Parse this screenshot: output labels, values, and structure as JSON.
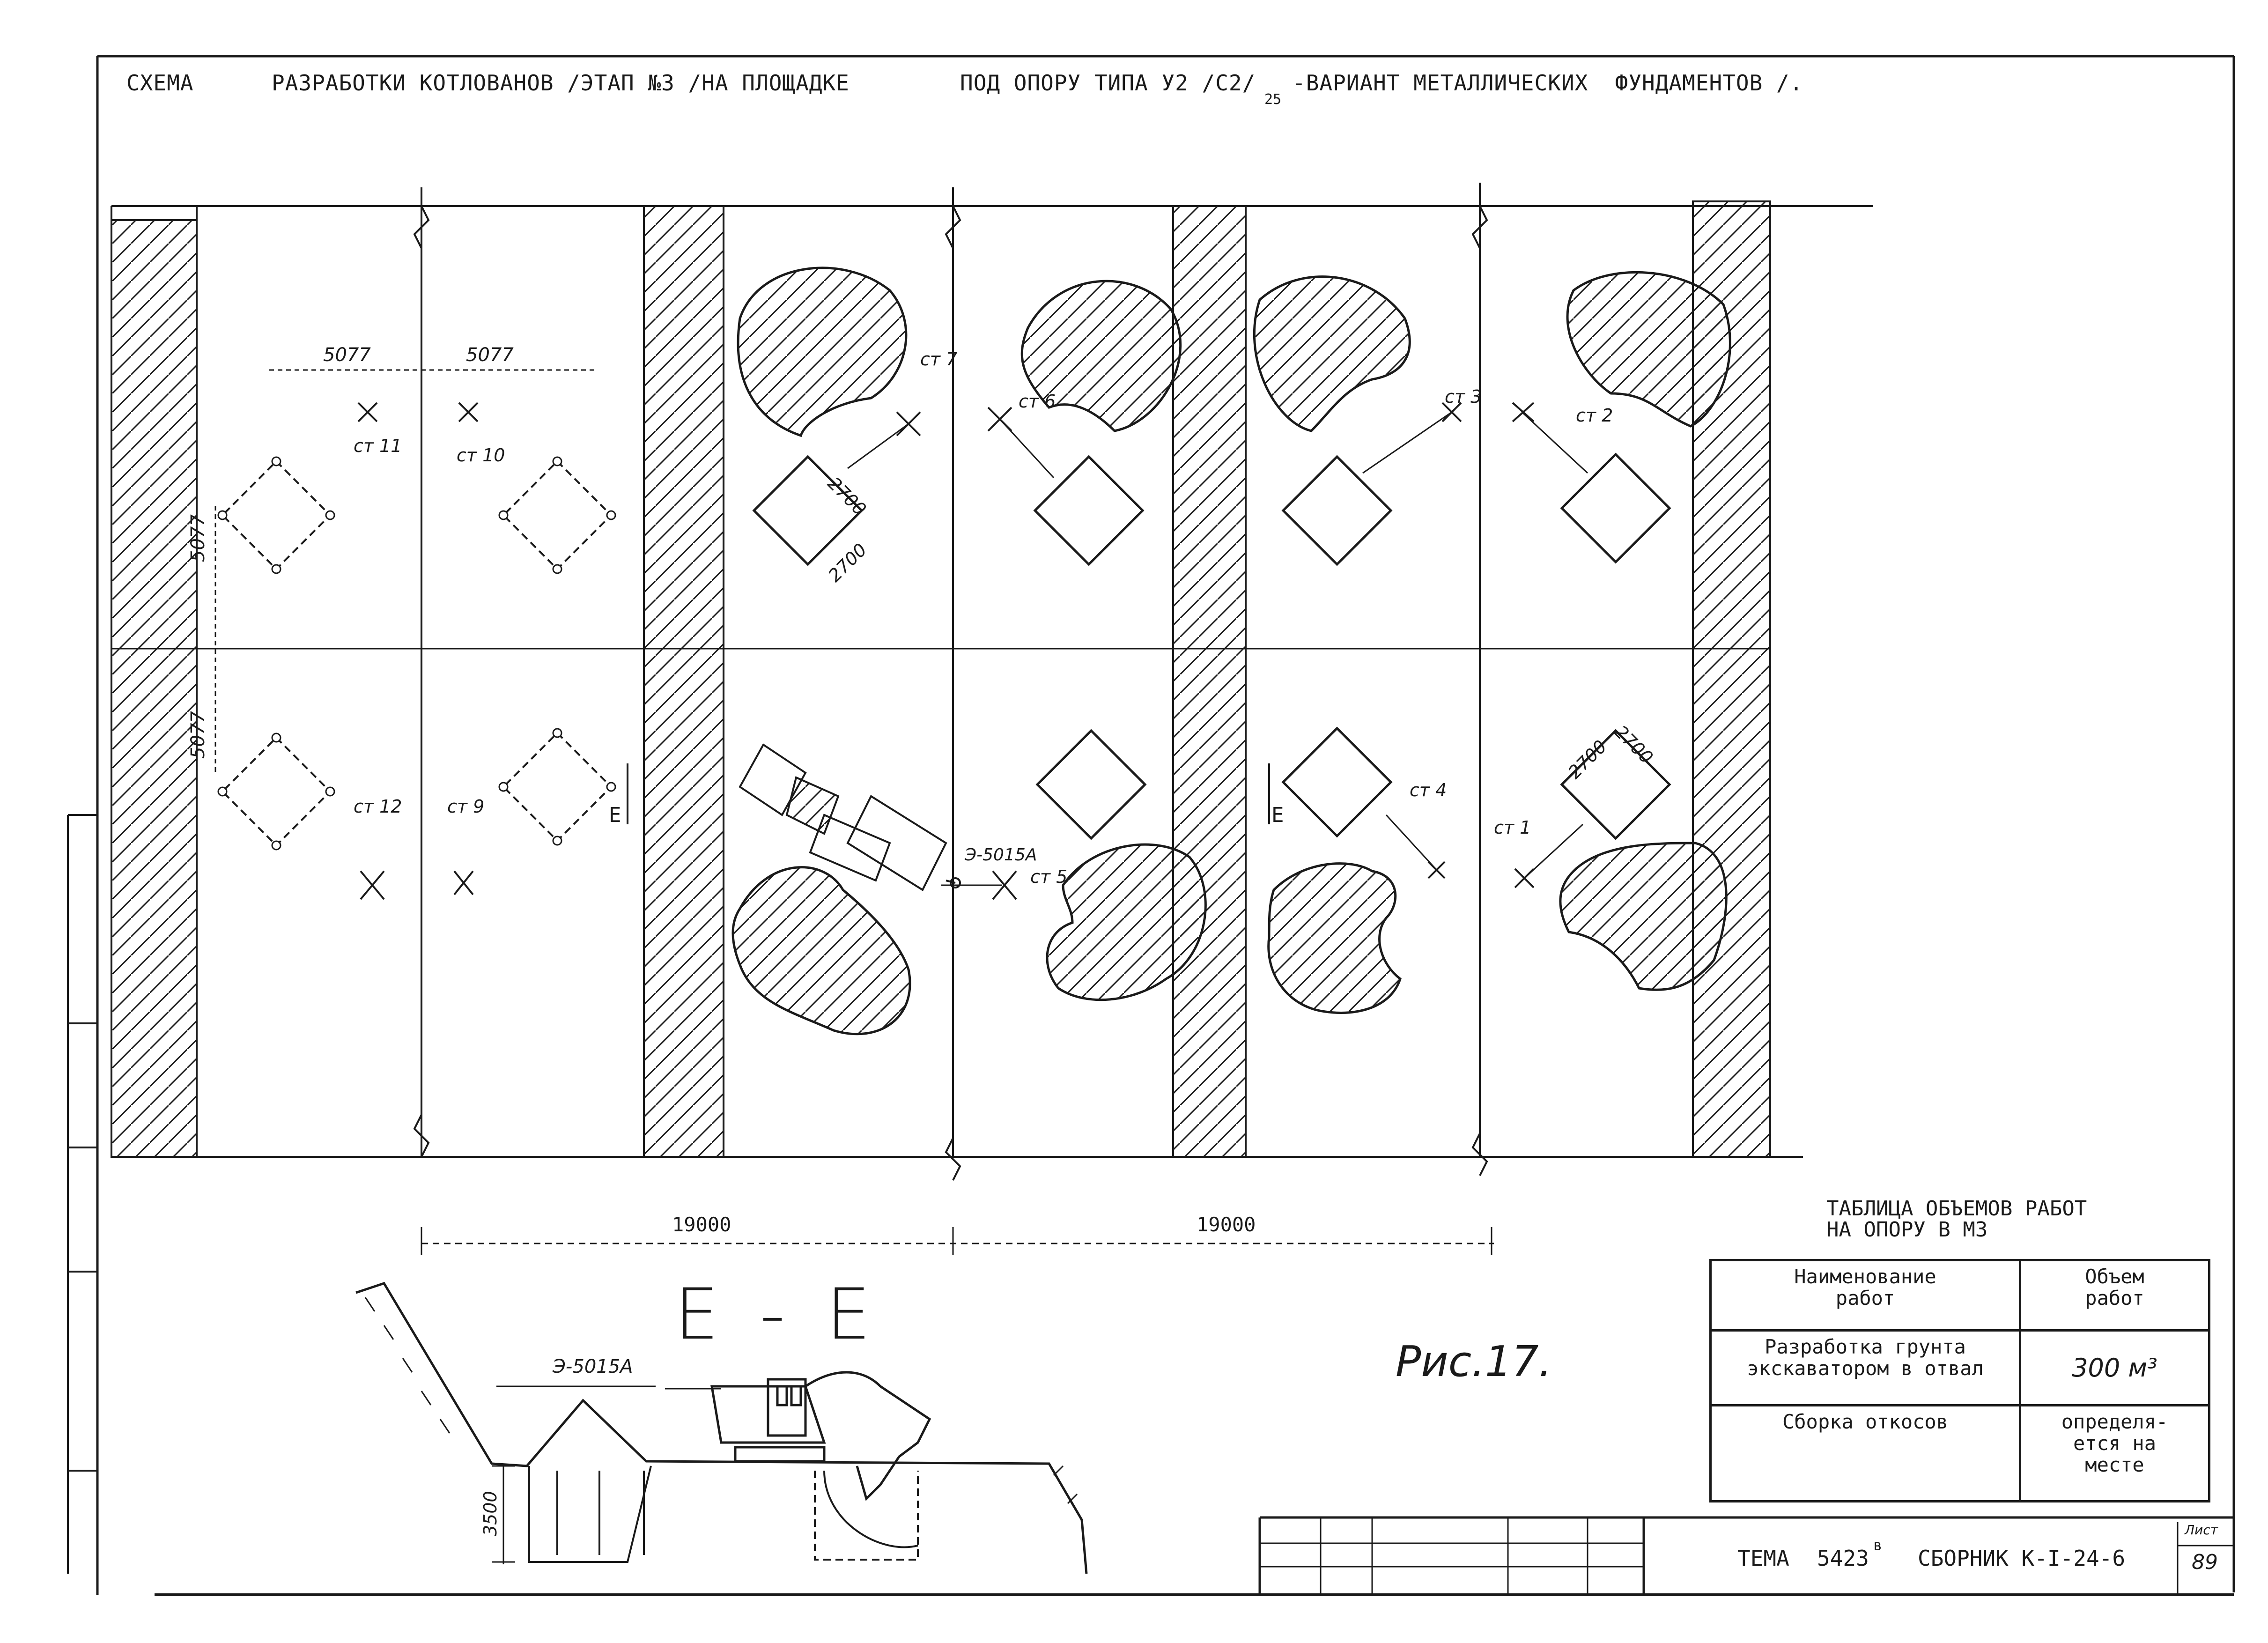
{
  "title": {
    "part1": "СХЕМА",
    "part2": "РАЗРАБОТКИ КОТЛОВАНОВ /ЭТАП №3 /НА ПЛОЩАДКЕ",
    "part3": "ПОД ОПОРУ ТИПА У2 /С2/",
    "subscript": "25",
    "part4": "-ВАРИАНТ МЕТАЛЛИЧЕСКИХ  ФУНДАМЕНТОВ /."
  },
  "plan": {
    "dims_top": [
      "5077",
      "5077"
    ],
    "dims_side": [
      "5077",
      "5077"
    ],
    "dims_foundation": [
      "2700",
      "2700",
      "2700",
      "2700"
    ],
    "stations": [
      "ст 11",
      "ст 10",
      "ст 12",
      "ст 9",
      "ст 7",
      "ст 6",
      "ст 5",
      "ст 3",
      "ст 2",
      "ст 4",
      "ст 1"
    ],
    "section_marks": [
      "Е",
      "Е"
    ],
    "excavator_label": "Э-5015А",
    "spans": [
      "19000",
      "19000"
    ]
  },
  "section": {
    "title": "Е - Е",
    "excavator_label": "Э-5015А",
    "depth": "3500"
  },
  "figure_caption": "Рис.17.",
  "volume_table": {
    "title_line1": "ТАБЛИЦА ОБЪЕМОВ РАБОТ",
    "title_line2": "НА ОПОРУ В М3",
    "header_name_1": "Наименование",
    "header_name_2": "работ",
    "header_value_1": "Объем",
    "header_value_2": "работ",
    "rows": [
      {
        "name_1": "Разработка грунта",
        "name_2": "экскаватором в отвал",
        "value": "300 м³"
      },
      {
        "name_1": "Сборка откосов",
        "name_2": "",
        "value_1": "определя-",
        "value_2": "ется на",
        "value_3": "месте"
      }
    ]
  },
  "title_block": {
    "tema_label": "ТЕМА",
    "tema_number": "5423",
    "tema_superscript": "в",
    "collection": "СБОРНИК К-I-24-6",
    "sheet_label": "Лист",
    "sheet_number": "89"
  },
  "colors": {
    "ink": "#1a1a1a",
    "paper": "#ffffff"
  }
}
